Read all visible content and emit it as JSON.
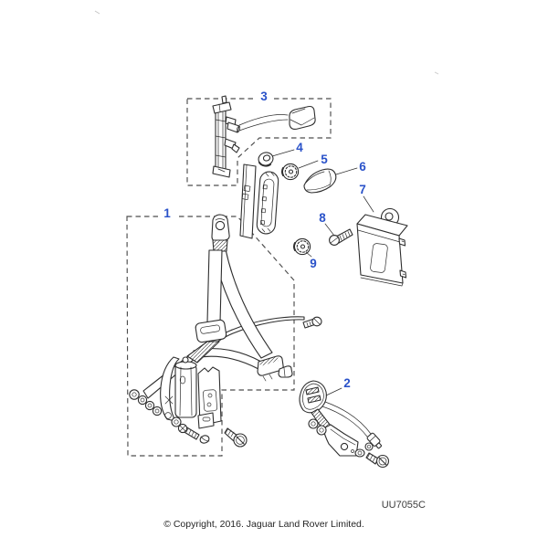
{
  "diagram": {
    "figure_code": "UU7055C",
    "copyright": "© Copyright, 2016. Jaguar Land Rover Limited.",
    "callouts": [
      {
        "number": "1"
      },
      {
        "number": "2"
      },
      {
        "number": "3"
      },
      {
        "number": "4"
      },
      {
        "number": "5"
      },
      {
        "number": "6"
      },
      {
        "number": "7"
      },
      {
        "number": "8"
      },
      {
        "number": "9"
      }
    ],
    "colors": {
      "callout": "#2a52c9",
      "line": "#2e2e2e",
      "dash_box": "#4d4d4d",
      "background": "#ffffff"
    }
  }
}
